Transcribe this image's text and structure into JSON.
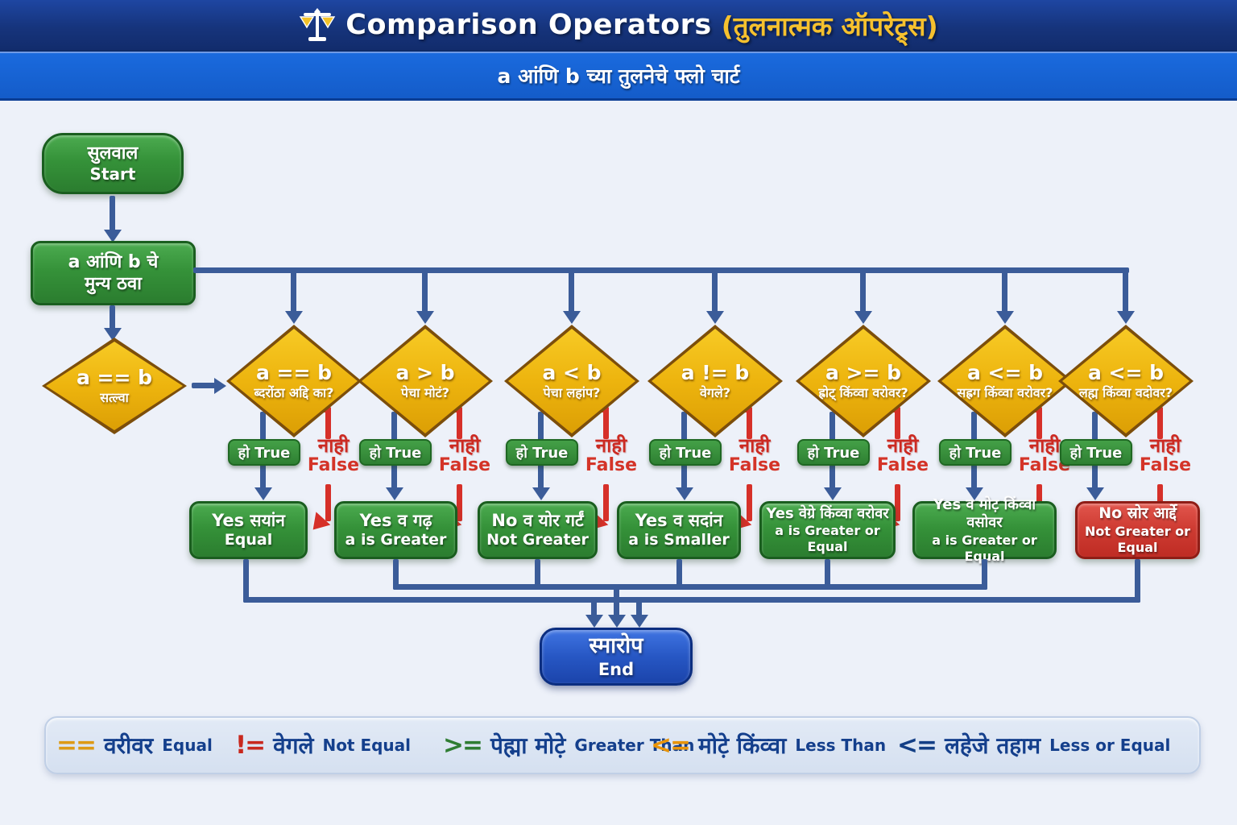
{
  "header": {
    "title_en": "Comparison Operators",
    "title_hi": "(तुलनात्मक ऑपरेट्र्स)",
    "subtitle": "a आंणि b च्या तुलनेचे फ्लो चार्ट"
  },
  "flow": {
    "start": {
      "hi": "सुलवाल",
      "en": "Start"
    },
    "assign": {
      "line1": "a आंणि b चे",
      "line2": "मुन्य ठवा"
    },
    "check": {
      "op": "a == b",
      "hi": "सत्ल्वा"
    },
    "true_label": "हो True",
    "false_hi": "नाही",
    "false_en": "False",
    "diamonds": [
      {
        "op": "a == b",
        "q": "ब्दरोंठा अद्दि का?"
      },
      {
        "op": "a > b",
        "q": "पेचा मोटं?"
      },
      {
        "op": "a < b",
        "q": "पेचा लहांप?"
      },
      {
        "op": "a != b",
        "q": "वेगले?"
      },
      {
        "op": "a >= b",
        "q": "ह्रोट् किंव्वा वरोवर?"
      },
      {
        "op": "a <= b",
        "q": "सह्रग किंव्वा वरोवर?"
      },
      {
        "op": "a <= b",
        "q": "लह्म किंव्वा वदोवर?"
      }
    ],
    "results": [
      {
        "line1": "Yes सयांन",
        "line2": "Equal"
      },
      {
        "line1": "Yes व गढ़",
        "line2": "a is Greater"
      },
      {
        "line1": "No व योर गर्टं",
        "line2": "Not Greater"
      },
      {
        "line1": "Yes व सदांन",
        "line2": "a is Smaller"
      },
      {
        "line1": "Yes वेग्रे किंव्वा वरोवर",
        "line2": "a is Greater or Equal"
      },
      {
        "line1": "Yes व मोट़ किंव्वा वसोवर",
        "line2": "a is Greater or Equal"
      },
      {
        "line1": "No स्रोर आर्द्दे",
        "line2": "Not Greater or Equal"
      }
    ],
    "end": {
      "hi": "स्मारोप",
      "en": "End"
    }
  },
  "legend": {
    "items": [
      {
        "symbol": "==",
        "color": "#dd9a15",
        "hi": "वरीवर",
        "en": "Equal"
      },
      {
        "symbol": "!=",
        "color": "#c8281e",
        "hi": "वेगले",
        "en": "Not Equal"
      },
      {
        "symbol": ">=",
        "color": "#2f7d33",
        "hi": "पेह्मा मोट़े",
        "en": "Greater Than"
      },
      {
        "symbol": "<=",
        "color": "#e8940a",
        "hi": "मोट़े किंव्वा",
        "en": "Less Than"
      },
      {
        "symbol": "<=",
        "color": "#133f86",
        "hi": "लहेजे तहाम",
        "en": "Less or Equal"
      }
    ]
  },
  "colors": {
    "header_bg": "#16347c",
    "subheader_bg": "#155fd0",
    "page_bg": "#edf1f9",
    "title_accent": "#f6c12e",
    "node_green": "#359239",
    "node_red": "#cf3c33",
    "diamond_gold": "#edb40e",
    "diamond_border": "#7c4e0b",
    "arrow_blue": "#3b5c99",
    "arrow_red": "#d63029",
    "end_blue": "#2757c4",
    "legend_bg": "#d5e0f0",
    "legend_text": "#143f8c"
  }
}
